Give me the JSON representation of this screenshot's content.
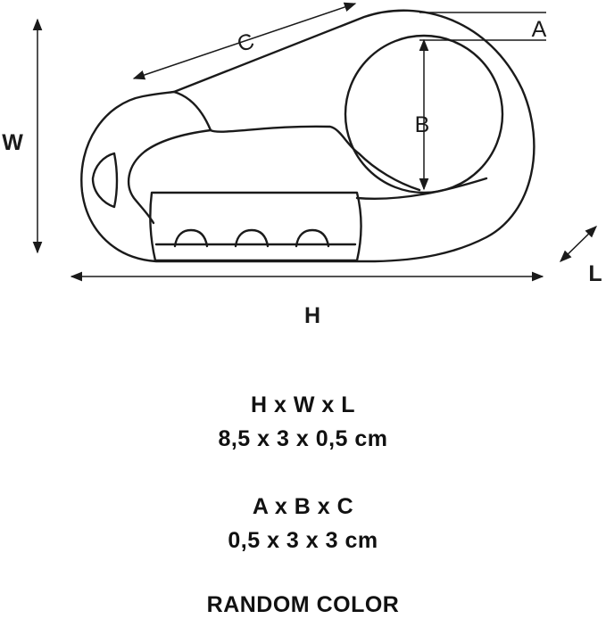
{
  "labels": {
    "a": "A",
    "b": "B",
    "c": "C",
    "w": "W",
    "h": "H",
    "l": "L"
  },
  "specs": {
    "hwl_header": "H x W x L",
    "hwl_values": "8,5 x 3 x 0,5 cm",
    "abc_header": "A x B x C",
    "abc_values": "0,5 x 3 x 3 cm",
    "color_note": "RANDOM COLOR"
  },
  "colors": {
    "line": "#1a1a1a",
    "fill": "#ffffff"
  }
}
